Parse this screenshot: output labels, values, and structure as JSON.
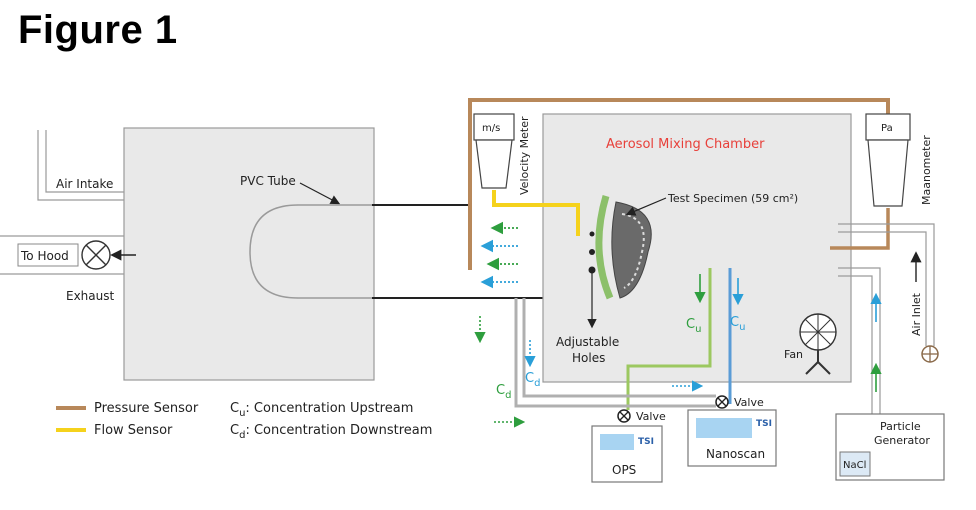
{
  "title": "Figure 1",
  "labels": {
    "air_intake": "Air Intake",
    "to_hood": "To Hood",
    "exhaust": "Exhaust",
    "pvc_tube": "PVC Tube",
    "velocity_meter": "Velocity Meter",
    "velocity_unit": "m/s",
    "chamber": "Aerosol Mixing Chamber",
    "test_specimen": "Test Specimen (59 cm²)",
    "adjustable_holes_1": "Adjustable",
    "adjustable_holes_2": "Holes",
    "manometer": "Maanometer",
    "manometer_unit": "Pa",
    "air_inlet": "Air Inlet",
    "fan": "Fan",
    "cu": "C",
    "cu_sub": "u",
    "cd": "C",
    "cd_sub": "d",
    "valve": "Valve",
    "tsi": "TSI",
    "ops": "OPS",
    "nanoscan": "Nanoscan",
    "particle_generator_1": "Particle",
    "particle_generator_2": "Generator",
    "nacl": "NaCl"
  },
  "legend": {
    "pressure_sensor": "Pressure Sensor",
    "flow_sensor": "Flow Sensor",
    "cu_def": ": Concentration Upstream",
    "cd_def": ": Concentration Downstream"
  },
  "colors": {
    "pressure_sensor": "#b8885a",
    "flow_sensor": "#f5d21c",
    "upstream_line": "#9cc860",
    "downstream_line": "#5a9cd6",
    "arrow_green": "#2e9e3e",
    "arrow_blue": "#2a9fd8",
    "chamber_title": "#e8403a",
    "panel_fill": "#e9e9e9"
  }
}
